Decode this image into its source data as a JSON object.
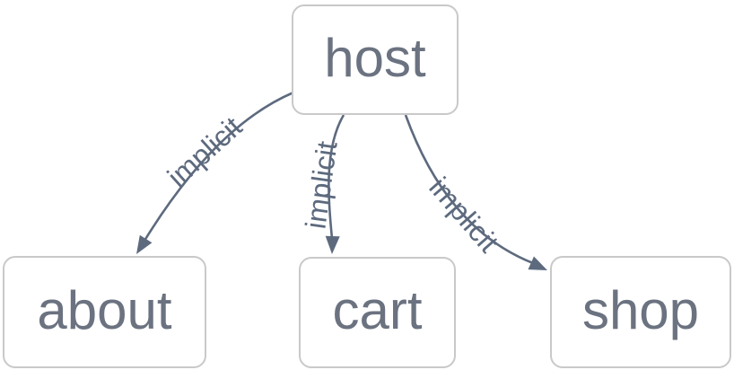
{
  "diagram": {
    "nodes": [
      {
        "id": "host",
        "label": "host"
      },
      {
        "id": "about",
        "label": "about"
      },
      {
        "id": "cart",
        "label": "cart"
      },
      {
        "id": "shop",
        "label": "shop"
      }
    ],
    "edges": [
      {
        "from": "host",
        "to": "about",
        "label": "implicit"
      },
      {
        "from": "host",
        "to": "cart",
        "label": "implicit"
      },
      {
        "from": "host",
        "to": "shop",
        "label": "implicit"
      }
    ]
  },
  "colors": {
    "background": "#ffffff",
    "node_fill": "#ffffff",
    "node_border": "#c9c9c9",
    "node_text": "#6b7280",
    "edge_line": "#5d6a7e",
    "edge_label": "#5d6a7e"
  }
}
